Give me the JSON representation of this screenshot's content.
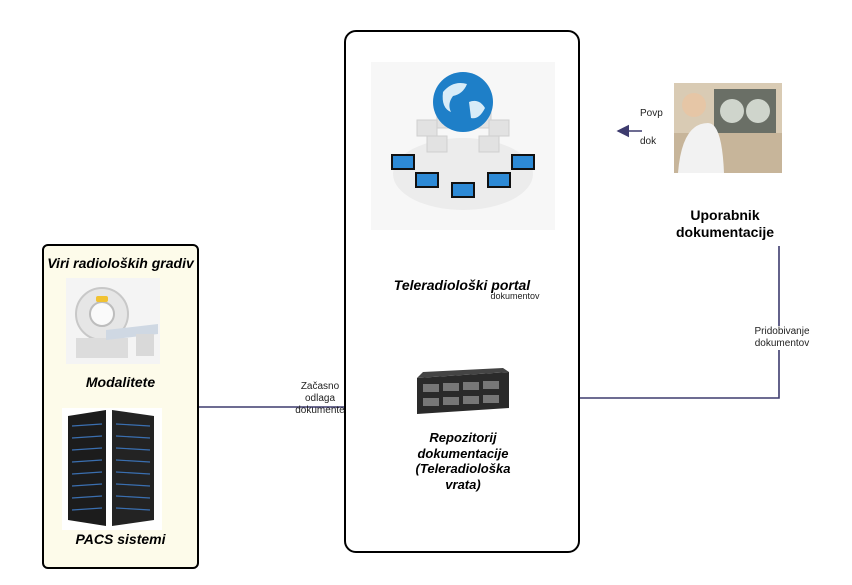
{
  "sources": {
    "title": "Viri radioloških gradiv",
    "modalities_label": "Modalitete",
    "pacs_label": "PACS sistemi"
  },
  "portal": {
    "label": "Teleradiološki portal",
    "repository_label": [
      "Repozitorij",
      "dokumentacije",
      "(Teleradiološka",
      "vrata)"
    ]
  },
  "user": {
    "label": [
      "Uporabnik",
      "dokumentacije"
    ]
  },
  "edges": {
    "store_label": [
      "Začasno",
      "odlaga",
      "dokumente"
    ],
    "retrieve_label": [
      "Pridobivanje",
      "dokumentov"
    ],
    "portal_repo_label": "dokumentov",
    "user_portal_label": [
      "Povp",
      "dok"
    ]
  },
  "colors": {
    "line": "#3d3b6e",
    "source_bg": "#fdfbea"
  }
}
